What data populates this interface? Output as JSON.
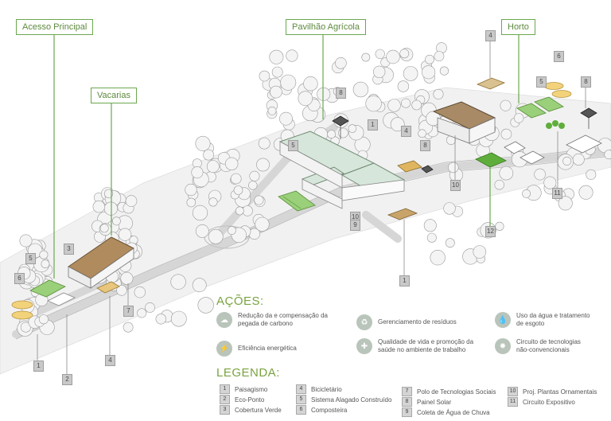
{
  "zones": {
    "acesso": "Acesso Principal",
    "vacarias": "Vacarias",
    "pavilhao": "Pavilhão Agrícola",
    "horto": "Horto"
  },
  "markers": [
    "1",
    "2",
    "3",
    "4",
    "5",
    "6",
    "7",
    "8",
    "9",
    "10",
    "11",
    "12"
  ],
  "acoes": {
    "title": "AÇÕES:",
    "items": [
      {
        "icon": "carbon-cloud-icon",
        "text": "Redução da e compensação da\npegada de carbono"
      },
      {
        "icon": "recycle-icon",
        "text": "Gerenciamento de resíduos"
      },
      {
        "icon": "water-drop-icon",
        "text": "Uso da água e tratamento\nde esgoto"
      },
      {
        "icon": "lightning-icon",
        "text": "Eficiência energética"
      },
      {
        "icon": "health-icon",
        "text": "Qualidade de vida e promoção da\nsaúde no ambiente de trabalho"
      },
      {
        "icon": "lightbulb-icon",
        "text": "Circuito de tecnologias\nnão-convencionais"
      }
    ]
  },
  "legenda": {
    "title": "LEGENDA:",
    "items": [
      {
        "n": "1",
        "label": "Paisagismo"
      },
      {
        "n": "2",
        "label": "Eco-Ponto"
      },
      {
        "n": "3",
        "label": "Cobertura Verde"
      },
      {
        "n": "4",
        "label": "Bicicletário"
      },
      {
        "n": "5",
        "label": "Sistema Alagado Construído"
      },
      {
        "n": "6",
        "label": "Composteira"
      },
      {
        "n": "7",
        "label": "Polo de Tecnologias Sociais"
      },
      {
        "n": "8",
        "label": "Painel Solar"
      },
      {
        "n": "9",
        "label": "Coleta de Água de Chuva"
      },
      {
        "n": "10",
        "label": "Proj. Plantas Ornamentais"
      },
      {
        "n": "11",
        "label": "Circuito Expositivo"
      }
    ]
  },
  "colors": {
    "accent": "#7aa341",
    "zone_border": "#6aa84f",
    "green_roof": "#8cc66a",
    "wetland": "#9bd07a",
    "yellow": "#f2d27a",
    "wood": "#c9a46a"
  }
}
